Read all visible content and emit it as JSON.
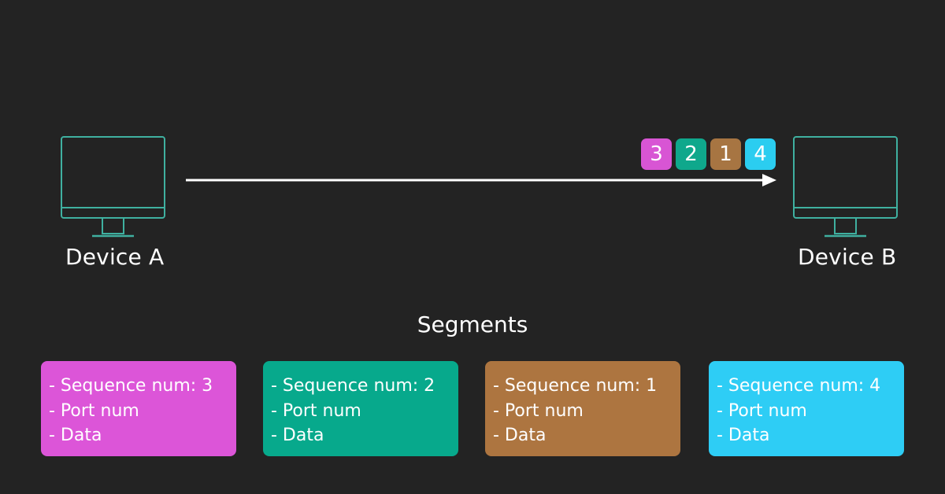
{
  "devices": {
    "a_label": "Device A",
    "b_label": "Device B",
    "outline_color": "#3fb0a0"
  },
  "arrow": {
    "color": "#ffffff",
    "direction": "A-to-B"
  },
  "packets": [
    {
      "number": "3",
      "color": "#d855d4"
    },
    {
      "number": "2",
      "color": "#0fa88c"
    },
    {
      "number": "1",
      "color": "#a77542"
    },
    {
      "number": "4",
      "color": "#2bcdf0"
    }
  ],
  "segments_title": "Segments",
  "segments": [
    {
      "color": "#dc55d8",
      "lines": [
        "- Sequence num: 3",
        "- Port num",
        "- Data"
      ]
    },
    {
      "color": "#07a98c",
      "lines": [
        "- Sequence num: 2",
        "- Port num",
        "- Data"
      ]
    },
    {
      "color": "#ad7540",
      "lines": [
        "- Sequence num: 1",
        "- Port num",
        "- Data"
      ]
    },
    {
      "color": "#2ecdf5",
      "lines": [
        "- Sequence num: 4",
        "- Port num",
        "- Data"
      ]
    }
  ]
}
